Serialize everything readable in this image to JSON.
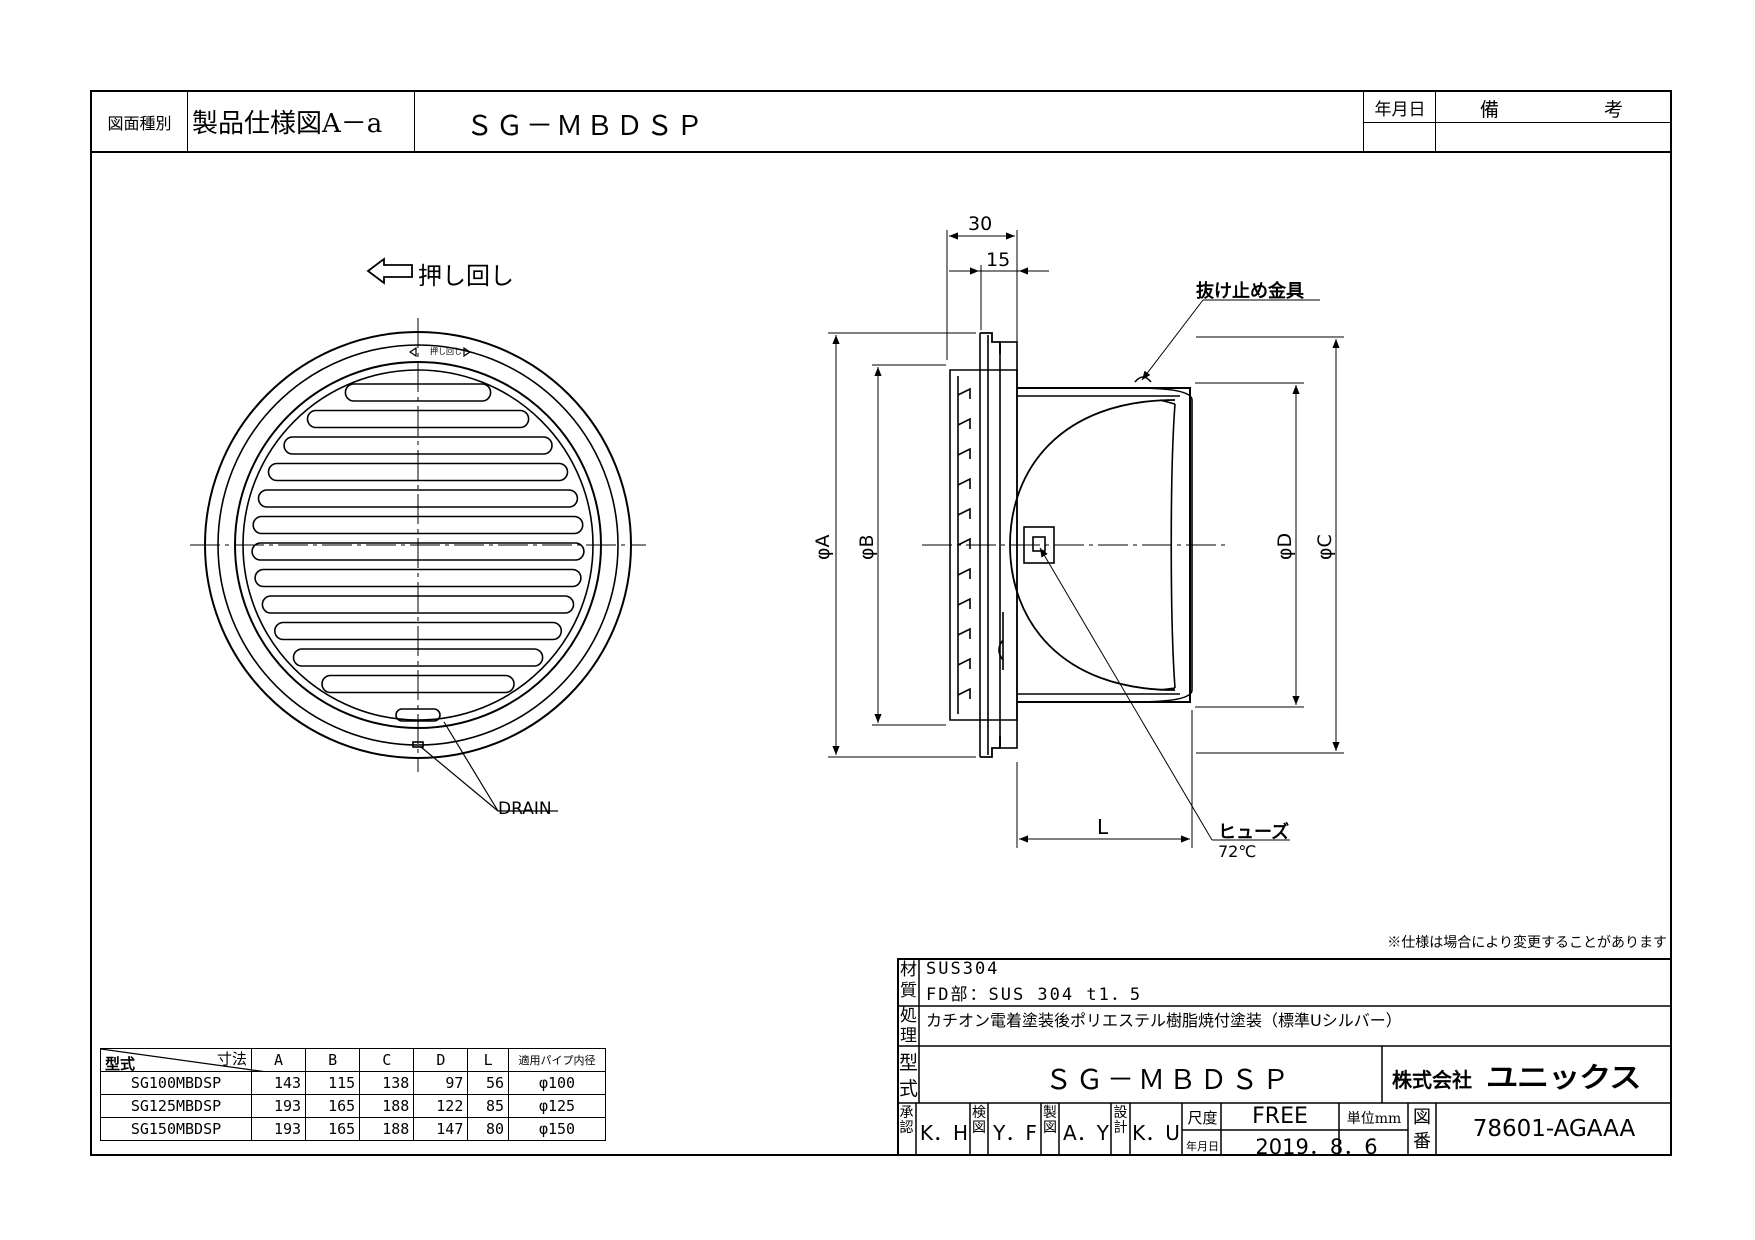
{
  "header": {
    "drawing_type_label": "図面種別",
    "drawing_type": "製品仕様図A－a",
    "model": "ＳＧ－ＭＢＤＳＰ",
    "date_label": "年月日",
    "remarks_label_1": "備",
    "remarks_label_2": "考"
  },
  "front_view": {
    "push_turn": "押し回し",
    "drain": "DRAIN"
  },
  "side_view": {
    "dim_30": "30",
    "dim_15": "15",
    "dim_A": "φA",
    "dim_B": "φB",
    "dim_C": "φC",
    "dim_D": "φD",
    "dim_L": "L",
    "retainer": "抜け止め金具",
    "fuse": "ヒューズ",
    "fuse_temp": "72℃"
  },
  "notice": "※仕様は場合により変更することがあります",
  "dimension_table": {
    "header_model": "型式",
    "header_dims": "寸法",
    "columns": [
      "A",
      "B",
      "C",
      "D",
      "L",
      "適用パイプ内径"
    ],
    "rows": [
      {
        "model": "SG100MBDSP",
        "A": "143",
        "B": "115",
        "C": "138",
        "D": "97",
        "L": "56",
        "pipe": "φ100"
      },
      {
        "model": "SG125MBDSP",
        "A": "193",
        "B": "165",
        "C": "188",
        "D": "122",
        "L": "85",
        "pipe": "φ125"
      },
      {
        "model": "SG150MBDSP",
        "A": "193",
        "B": "165",
        "C": "188",
        "D": "147",
        "L": "80",
        "pipe": "φ150"
      }
    ]
  },
  "title_block": {
    "material_label_1": "材",
    "material_label_2": "質",
    "material_1": "SUS304",
    "material_2": "FD部：SUS 304 t1．5",
    "treatment_label_1": "処",
    "treatment_label_2": "理",
    "treatment": "カチオン電着塗装後ポリエステル樹脂焼付塗装（標準Uシルバー）",
    "model_label_1": "型",
    "model_label_2": "式",
    "model": "ＳＧ－ＭＢＤＳＰ",
    "company": "株式会社",
    "company_logo": "ユニックス",
    "approve_label_1": "承",
    "approve_label_2": "認",
    "approve": "K．H",
    "check_label_1": "検",
    "check_label_2": "図",
    "check": "Y．F",
    "draw_label_1": "製",
    "draw_label_2": "図",
    "draw": "A．Y",
    "design_label_1": "設",
    "design_label_2": "計",
    "design": "K．U",
    "scale_label": "尺度",
    "scale": "FREE",
    "unit_label": "単位mm",
    "date_label": "年月日",
    "date": "2019．8．6",
    "drawing_no_label_1": "図",
    "drawing_no_label_2": "番",
    "drawing_no": "78601-AGAAA"
  }
}
